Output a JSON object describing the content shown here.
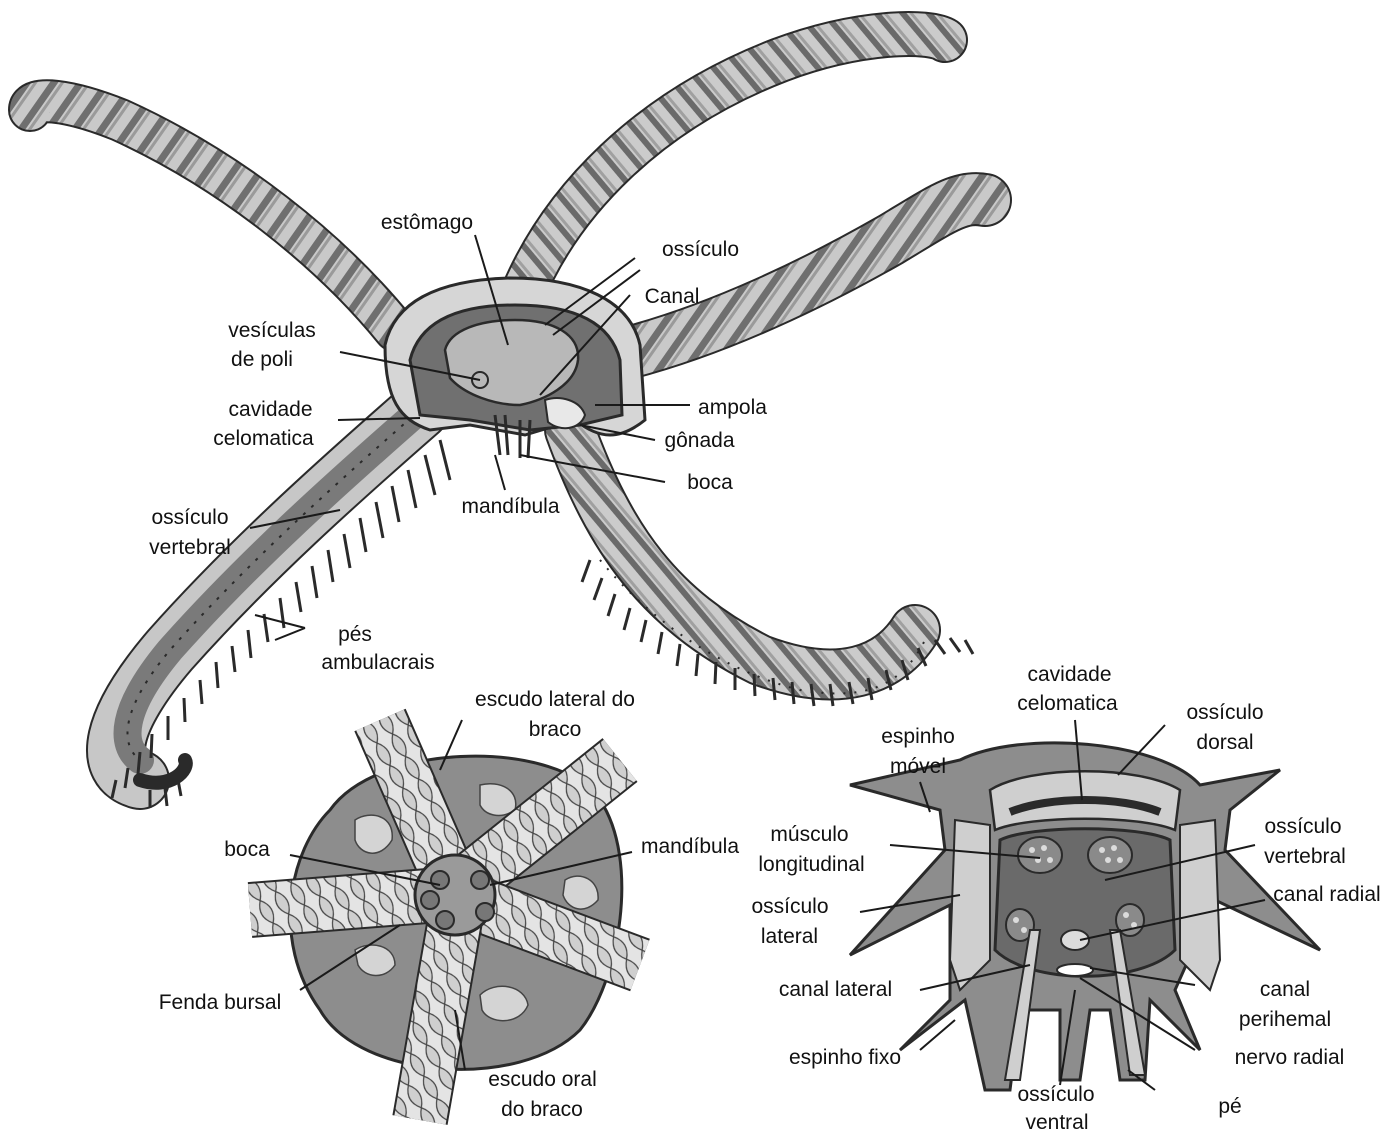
{
  "colors": {
    "ink": "#2a2a2a",
    "tube_light": "#d9d9d9",
    "tube_mid": "#a8a8a8",
    "tube_dark": "#5f5f5f",
    "body_mid": "#8a8a8a",
    "body_dark": "#6a6a6a",
    "stomach": "#b5b5b5",
    "ossicle_light": "#cfcfcf"
  },
  "labels": {
    "brittle_star": {
      "estomago": "estômago",
      "ossiculo": "ossículo",
      "canal": "Canal",
      "vesiculas_1": "vesículas",
      "vesiculas_2": "de poli",
      "cavidade_1": "cavidade",
      "cavidade_2": "celomatica",
      "ampola": "ampola",
      "gonada": "gônada",
      "boca": "boca",
      "mandibula": "mandíbula",
      "ossiculo_vert_1": "ossículo",
      "ossiculo_vert_2": "vertebral",
      "pes_1": "pés",
      "pes_2": "ambulacrais"
    },
    "oral_view": {
      "escudo_lateral_1": "escudo lateral do",
      "escudo_lateral_2": "braco",
      "boca": "boca",
      "mandibula": "mandíbula",
      "fenda": "Fenda bursal",
      "escudo_oral_1": "escudo oral",
      "escudo_oral_2": "do braco"
    },
    "cross_section": {
      "cavidade_1": "cavidade",
      "cavidade_2": "celomatica",
      "ossiculo_dorsal_1": "ossículo",
      "ossiculo_dorsal_2": "dorsal",
      "espinho_movel_1": "espinho",
      "espinho_movel_2": "móvel",
      "musculo_1": "músculo",
      "musculo_2": "longitudinal",
      "ossiculo_vertebral_1": "ossículo",
      "ossiculo_vertebral_2": "vertebral",
      "ossiculo_lateral_1": "ossículo",
      "ossiculo_lateral_2": "lateral",
      "canal_radial": "canal radial",
      "canal_lateral": "canal lateral",
      "canal_perihemal_1": "canal",
      "canal_perihemal_2": "perihemal",
      "espinho_fixo": "espinho fixo",
      "nervo_radial": "nervo radial",
      "ossiculo_ventral_1": "ossículo",
      "ossiculo_ventral_2": "ventral",
      "pe": "pé"
    }
  }
}
